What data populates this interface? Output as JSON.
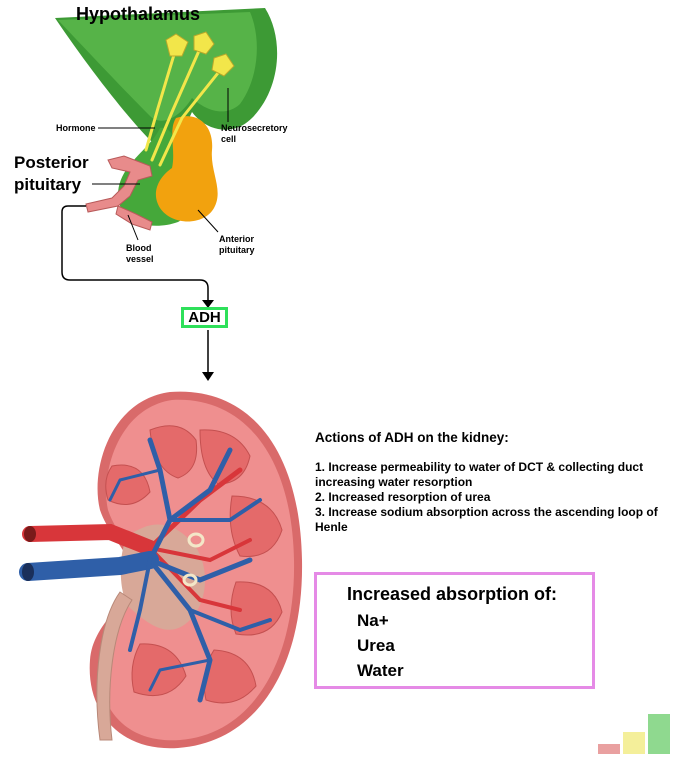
{
  "labels": {
    "hypothalamus": "Hypothalamus",
    "hormone": "Hormone",
    "neurosecretory_cell": "Neurosecretory cell",
    "posterior_pituitary": "Posterior pituitary",
    "blood_vessel": "Blood vessel",
    "anterior_pituitary": "Anterior pituitary",
    "adh": "ADH"
  },
  "actions": {
    "title": "Actions of ADH on the kidney:",
    "items": [
      "1. Increase permeability to water of DCT & collecting duct increasing water resorption",
      "2. Increased resorption of urea",
      "3. Increase sodium absorption across the ascending loop of Henle"
    ]
  },
  "absorption": {
    "heading": "Increased absorption of:",
    "items": [
      "Na+",
      "Urea",
      "Water"
    ]
  },
  "colors": {
    "hypothalamus_green": "#3d9a35",
    "anterior_orange": "#f2a20e",
    "neuron_yellow": "#f2e64a",
    "vessel_pink": "#e88b8b",
    "kidney_cortex": "#ef8f8f",
    "kidney_medulla": "#e46a6a",
    "vein_blue": "#2f5fa8",
    "artery_red": "#d8363a",
    "adh_border": "#2ee05a",
    "absorb_border": "#e58ae6"
  },
  "icons": {
    "corner": "signal-bars-icon"
  }
}
